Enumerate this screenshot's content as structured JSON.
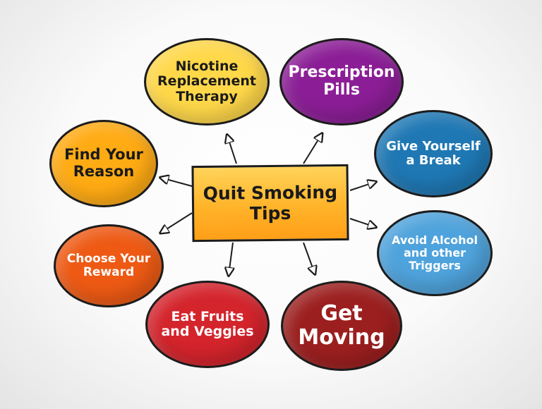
{
  "center": {
    "line1": "Quit Smoking",
    "line2": "Tips"
  },
  "nodes": [
    {
      "id": "nicotine",
      "lines": [
        "Nicotine",
        "Replacement",
        "Therapy"
      ],
      "fill": "#ffd84a",
      "text": "#1a1a1a"
    },
    {
      "id": "prescription",
      "lines": [
        "Prescription",
        "Pills"
      ],
      "fill": "#8b1e96",
      "text": "#ffffff"
    },
    {
      "id": "give-break",
      "lines": [
        "Give Yourself",
        "a Break"
      ],
      "fill": "#1f78b4",
      "text": "#ffffff"
    },
    {
      "id": "avoid-alcohol",
      "lines": [
        "Avoid Alcohol",
        "and other",
        "Triggers"
      ],
      "fill": "#4fa3dc",
      "text": "#ffffff"
    },
    {
      "id": "get-moving",
      "lines": [
        "Get",
        "Moving"
      ],
      "fill": "#9c1f1f",
      "text": "#ffffff"
    },
    {
      "id": "eat-fruits",
      "lines": [
        "Eat Fruits",
        "and Veggies"
      ],
      "fill": "#d4242c",
      "text": "#ffffff"
    },
    {
      "id": "choose-reward",
      "lines": [
        "Choose Your",
        "Reward"
      ],
      "fill": "#ee5a14",
      "text": "#ffffff"
    },
    {
      "id": "find-reason",
      "lines": [
        "Find Your",
        "Reason"
      ],
      "fill": "#ffab14",
      "text": "#1a1a1a"
    }
  ]
}
